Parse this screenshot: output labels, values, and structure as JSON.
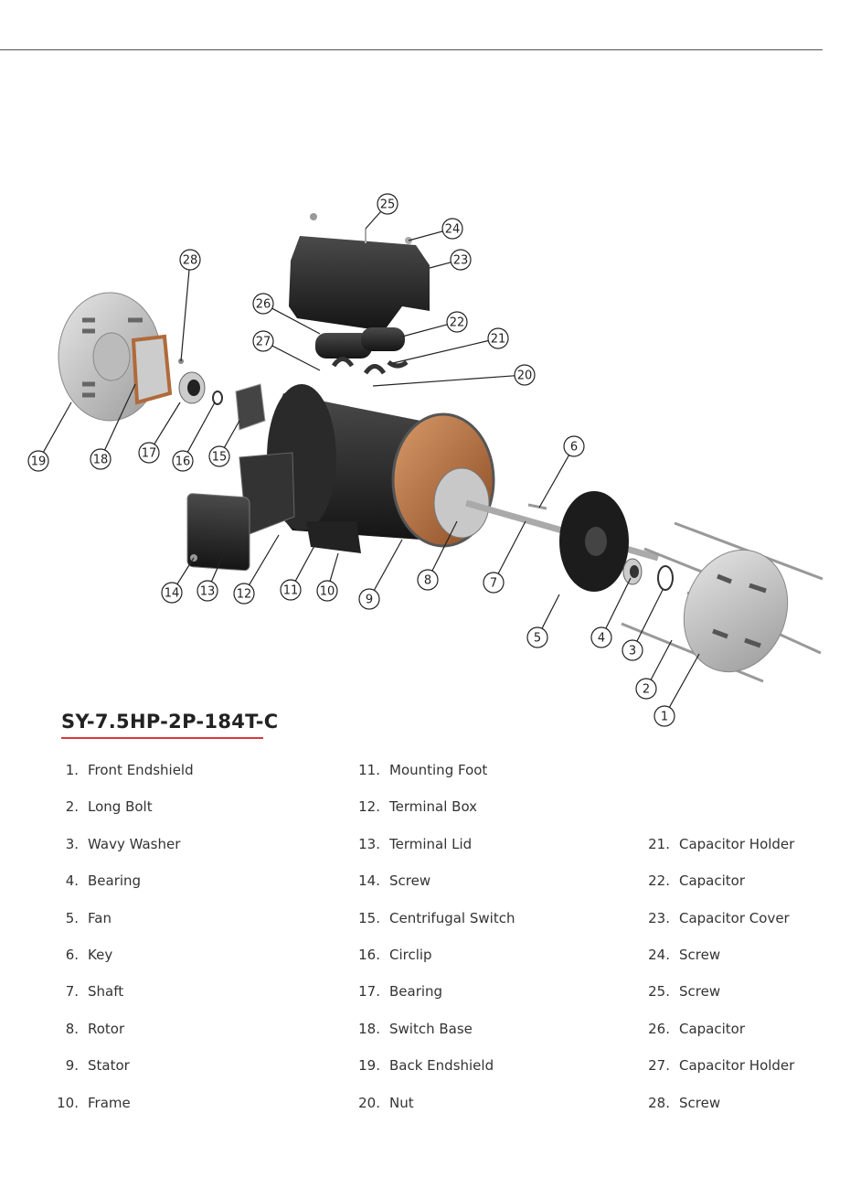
{
  "model": "SY-7.5HP-2P-184T-C",
  "callouts": [
    "1",
    "2",
    "3",
    "4",
    "5",
    "6",
    "7",
    "8",
    "9",
    "10",
    "11",
    "12",
    "13",
    "14",
    "15",
    "16",
    "17",
    "18",
    "19",
    "20",
    "21",
    "22",
    "23",
    "24",
    "25",
    "26",
    "27",
    "28"
  ],
  "parts": {
    "col1": [
      {
        "num": "1.",
        "name": "Front Endshield"
      },
      {
        "num": "2.",
        "name": "Long Bolt"
      },
      {
        "num": "3.",
        "name": "Wavy Washer"
      },
      {
        "num": "4.",
        "name": "Bearing"
      },
      {
        "num": "5.",
        "name": "Fan"
      },
      {
        "num": "6.",
        "name": "Key"
      },
      {
        "num": "7.",
        "name": "Shaft"
      },
      {
        "num": "8.",
        "name": "Rotor"
      },
      {
        "num": "9.",
        "name": "Stator"
      },
      {
        "num": "10.",
        "name": "Frame"
      }
    ],
    "col2": [
      {
        "num": "11.",
        "name": "Mounting Foot"
      },
      {
        "num": "12.",
        "name": "Terminal Box"
      },
      {
        "num": "13.",
        "name": "Terminal Lid"
      },
      {
        "num": "14.",
        "name": "Screw"
      },
      {
        "num": "15.",
        "name": "Centrifugal Switch"
      },
      {
        "num": "16.",
        "name": "Circlip"
      },
      {
        "num": "17.",
        "name": "Bearing"
      },
      {
        "num": "18.",
        "name": "Switch Base"
      },
      {
        "num": "19.",
        "name": "Back Endshield"
      },
      {
        "num": "20.",
        "name": "Nut"
      }
    ],
    "col3": [
      {
        "num": "21.",
        "name": "Capacitor Holder"
      },
      {
        "num": "22.",
        "name": "Capacitor"
      },
      {
        "num": "23.",
        "name": "Capacitor Cover"
      },
      {
        "num": "24.",
        "name": "Screw"
      },
      {
        "num": "25.",
        "name": "Screw"
      },
      {
        "num": "26.",
        "name": "Capacitor"
      },
      {
        "num": "27.",
        "name": "Capacitor Holder"
      },
      {
        "num": "28.",
        "name": "Screw"
      }
    ]
  }
}
